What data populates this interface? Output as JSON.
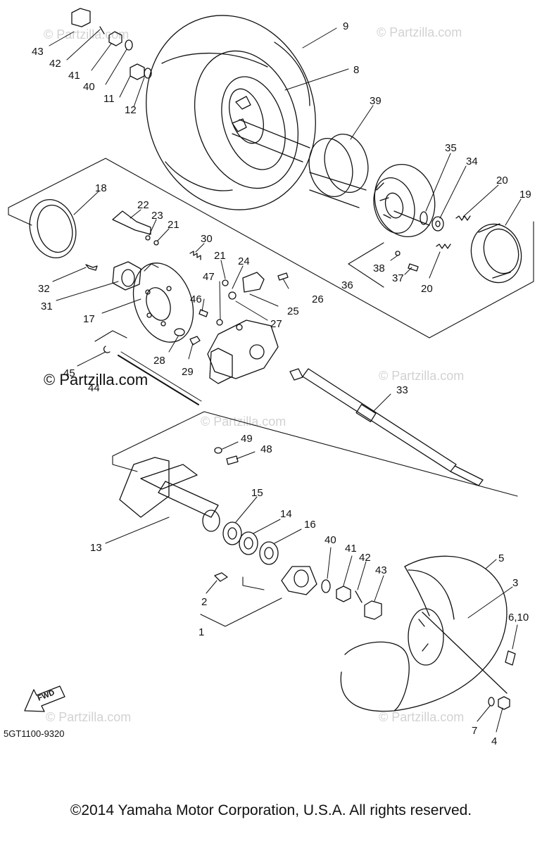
{
  "diagram": {
    "copyright": "©2014 Yamaha Motor Corporation, U.S.A. All rights reserved.",
    "diagram_code": "5GT1100-9320",
    "fwd_label": "FWD",
    "watermarks": {
      "w1": "© Partzilla.com",
      "w2": "© Partzilla.com",
      "w3": "© Partzilla.com",
      "w4": "© Partzilla.com",
      "w5": "© Partzilla.com",
      "w6": "© Partzilla.com",
      "w7": "© Partzilla.com"
    },
    "callouts": {
      "c43a": "43",
      "c42a": "42",
      "c41a": "41",
      "c40a": "40",
      "c11": "11",
      "c12": "12",
      "c9": "9",
      "c8": "8",
      "c39": "39",
      "c35": "35",
      "c34": "34",
      "c20a": "20",
      "c19": "19",
      "c18": "18",
      "c22": "22",
      "c23": "23",
      "c21a": "21",
      "c30": "30",
      "c21b": "21",
      "c24": "24",
      "c47": "47",
      "c46": "46",
      "c26": "26",
      "c25": "25",
      "c27": "27",
      "c32": "32",
      "c31": "31",
      "c17": "17",
      "c38": "38",
      "c37": "37",
      "c36": "36",
      "c20b": "20",
      "c28": "28",
      "c29": "29",
      "c45": "45",
      "c44": "44",
      "c33": "33",
      "c49": "49",
      "c48": "48",
      "c15": "15",
      "c14": "14",
      "c16": "16",
      "c13": "13",
      "c40b": "40",
      "c41b": "41",
      "c42b": "42",
      "c43b": "43",
      "c5": "5",
      "c3": "3",
      "c610": "6,10",
      "c2": "2",
      "c1": "1",
      "c7": "7",
      "c4": "4"
    }
  }
}
